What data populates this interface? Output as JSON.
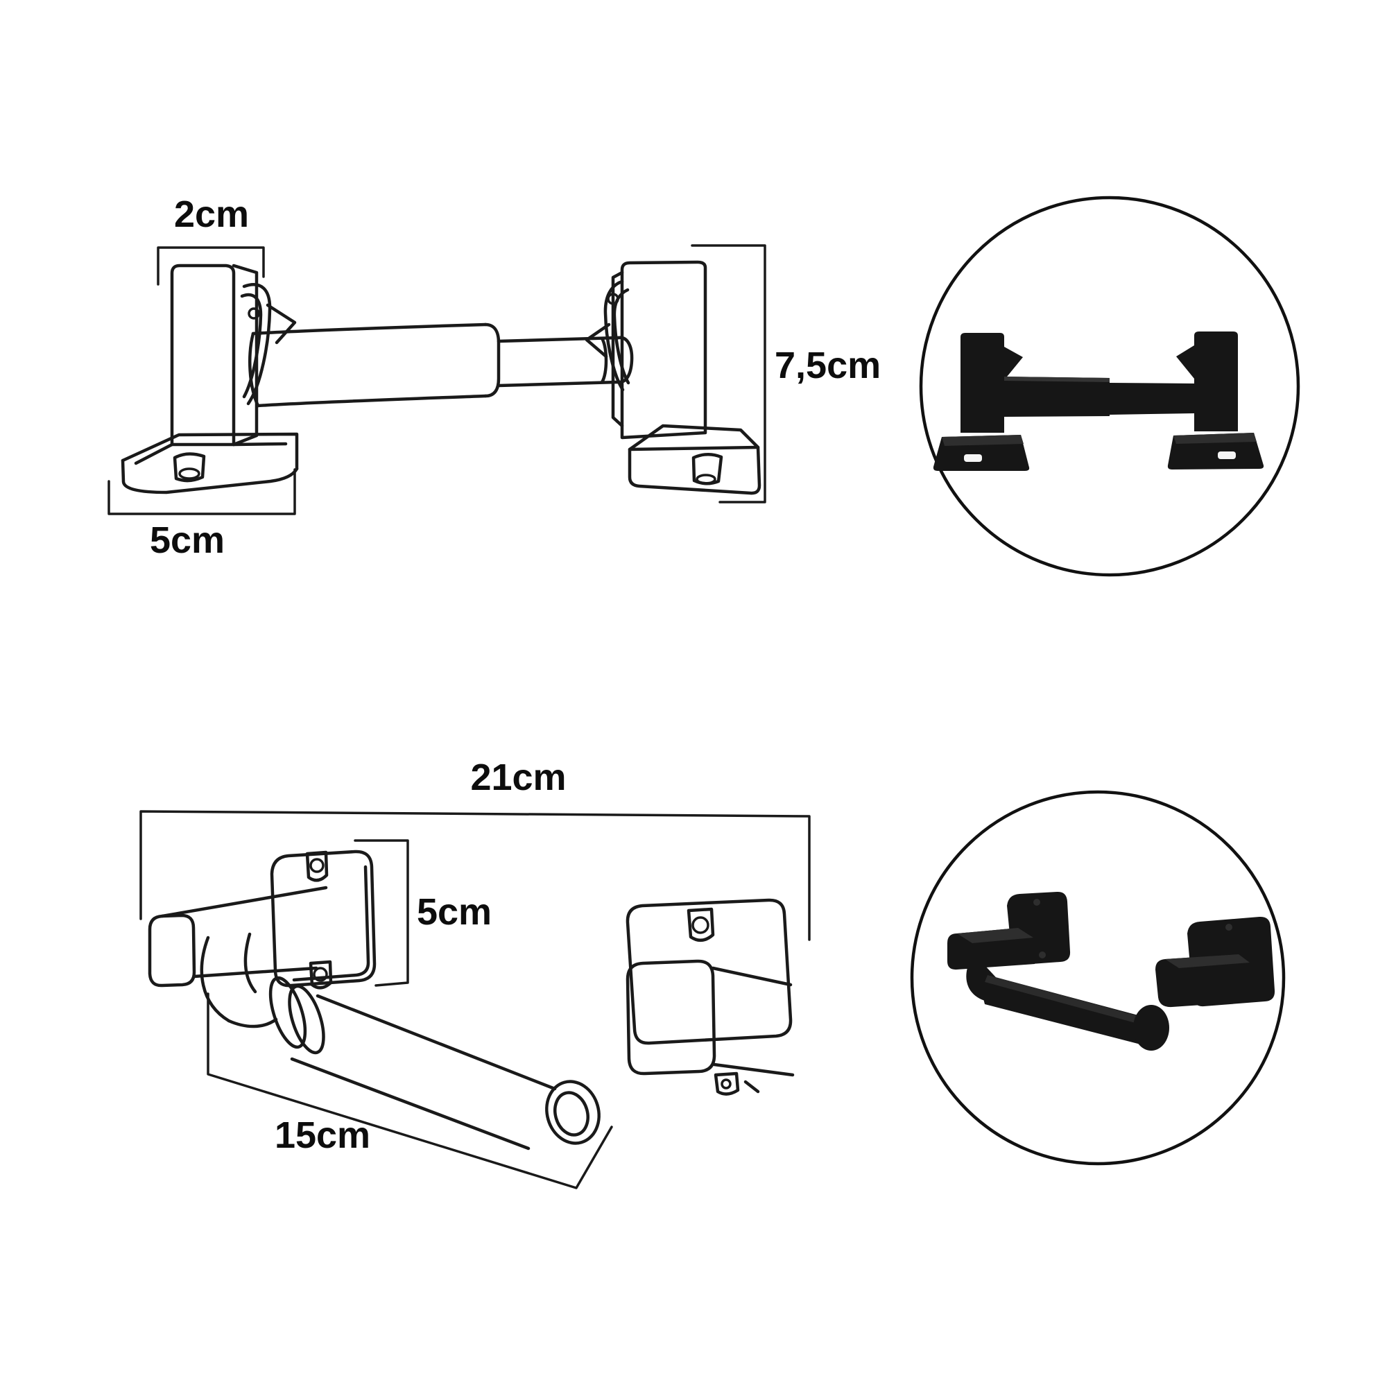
{
  "page": {
    "background": "#ffffff",
    "line_color": "#1a1a1a",
    "product_color": "#161616"
  },
  "diagram": {
    "product": "wall-mounted toilet roll holder",
    "views": {
      "front_line_drawing": {
        "label": "front view technical drawing",
        "dimensions": {
          "post_width": "2cm",
          "total_height": "7,5cm",
          "base_width": "5cm"
        }
      },
      "perspective_line_drawing": {
        "label": "perspective view technical drawing",
        "dimensions": {
          "total_width": "21cm",
          "plate_height": "5cm",
          "roller_length": "15cm"
        }
      },
      "front_photo": {
        "label": "black product photo, front view"
      },
      "perspective_photo": {
        "label": "black product photo, perspective view"
      }
    }
  }
}
